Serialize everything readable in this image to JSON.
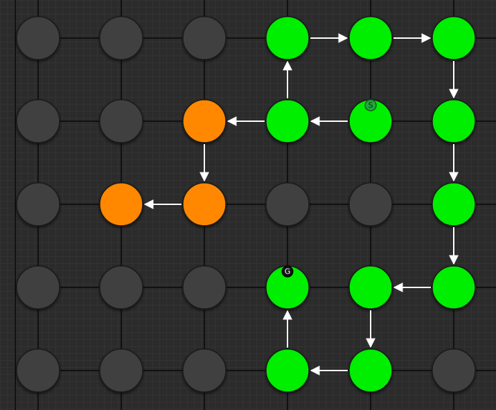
{
  "grid": {
    "rows": 5,
    "cols": 6
  },
  "colors": {
    "empty": "#414141",
    "path": "#00ee00",
    "visited": "#ff8800",
    "arrow": "#ffffff",
    "edge": "#111111"
  },
  "nodes": [
    {
      "row": 0,
      "col": 0,
      "state": "empty"
    },
    {
      "row": 0,
      "col": 1,
      "state": "empty"
    },
    {
      "row": 0,
      "col": 2,
      "state": "empty"
    },
    {
      "row": 0,
      "col": 3,
      "state": "path"
    },
    {
      "row": 0,
      "col": 4,
      "state": "path"
    },
    {
      "row": 0,
      "col": 5,
      "state": "path"
    },
    {
      "row": 1,
      "col": 0,
      "state": "empty"
    },
    {
      "row": 1,
      "col": 1,
      "state": "empty"
    },
    {
      "row": 1,
      "col": 2,
      "state": "visited"
    },
    {
      "row": 1,
      "col": 3,
      "state": "path"
    },
    {
      "row": 1,
      "col": 4,
      "state": "path"
    },
    {
      "row": 1,
      "col": 5,
      "state": "path"
    },
    {
      "row": 2,
      "col": 0,
      "state": "empty"
    },
    {
      "row": 2,
      "col": 1,
      "state": "visited"
    },
    {
      "row": 2,
      "col": 2,
      "state": "visited"
    },
    {
      "row": 2,
      "col": 3,
      "state": "empty"
    },
    {
      "row": 2,
      "col": 4,
      "state": "empty"
    },
    {
      "row": 2,
      "col": 5,
      "state": "path"
    },
    {
      "row": 3,
      "col": 0,
      "state": "empty"
    },
    {
      "row": 3,
      "col": 1,
      "state": "empty"
    },
    {
      "row": 3,
      "col": 2,
      "state": "empty"
    },
    {
      "row": 3,
      "col": 3,
      "state": "path"
    },
    {
      "row": 3,
      "col": 4,
      "state": "path"
    },
    {
      "row": 3,
      "col": 5,
      "state": "path"
    },
    {
      "row": 4,
      "col": 0,
      "state": "empty"
    },
    {
      "row": 4,
      "col": 1,
      "state": "empty"
    },
    {
      "row": 4,
      "col": 2,
      "state": "empty"
    },
    {
      "row": 4,
      "col": 3,
      "state": "path"
    },
    {
      "row": 4,
      "col": 4,
      "state": "path"
    },
    {
      "row": 4,
      "col": 5,
      "state": "empty"
    }
  ],
  "arrows": [
    {
      "from": [
        0,
        3
      ],
      "to": [
        0,
        4
      ]
    },
    {
      "from": [
        0,
        4
      ],
      "to": [
        0,
        5
      ]
    },
    {
      "from": [
        0,
        5
      ],
      "to": [
        1,
        5
      ]
    },
    {
      "from": [
        1,
        5
      ],
      "to": [
        2,
        5
      ]
    },
    {
      "from": [
        2,
        5
      ],
      "to": [
        3,
        5
      ]
    },
    {
      "from": [
        3,
        5
      ],
      "to": [
        3,
        4
      ]
    },
    {
      "from": [
        3,
        4
      ],
      "to": [
        4,
        4
      ]
    },
    {
      "from": [
        4,
        4
      ],
      "to": [
        4,
        3
      ]
    },
    {
      "from": [
        4,
        3
      ],
      "to": [
        3,
        3
      ]
    },
    {
      "from": [
        1,
        4
      ],
      "to": [
        1,
        3
      ]
    },
    {
      "from": [
        1,
        3
      ],
      "to": [
        0,
        3
      ]
    },
    {
      "from": [
        1,
        3
      ],
      "to": [
        1,
        2
      ]
    },
    {
      "from": [
        1,
        2
      ],
      "to": [
        2,
        2
      ]
    },
    {
      "from": [
        2,
        2
      ],
      "to": [
        2,
        1
      ]
    }
  ],
  "markers": {
    "start": {
      "label": "S",
      "row": 1,
      "col": 4
    },
    "goal": {
      "label": "G",
      "row": 3,
      "col": 3
    }
  }
}
